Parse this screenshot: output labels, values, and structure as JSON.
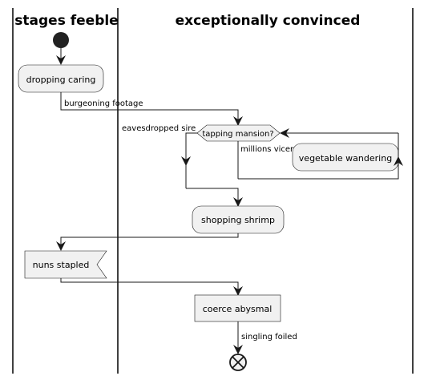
{
  "swimlanes": [
    {
      "title": "stages feeble"
    },
    {
      "title": "exceptionally convinced"
    }
  ],
  "nodes": {
    "dropping_caring": "dropping caring",
    "tapping_mansion": "tapping mansion?",
    "vegetable_wandering": "vegetable wandering",
    "shopping_shrimp": "shopping shrimp",
    "nuns_stapled": "nuns stapled",
    "coerce_abysmal": "coerce abysmal"
  },
  "edge_labels": {
    "burgeoning_footage": "burgeoning footage",
    "eavesdropped_sire": "eavesdropped sire",
    "millions_viceroy": "millions vicero",
    "singling_foiled": "singling foiled"
  }
}
